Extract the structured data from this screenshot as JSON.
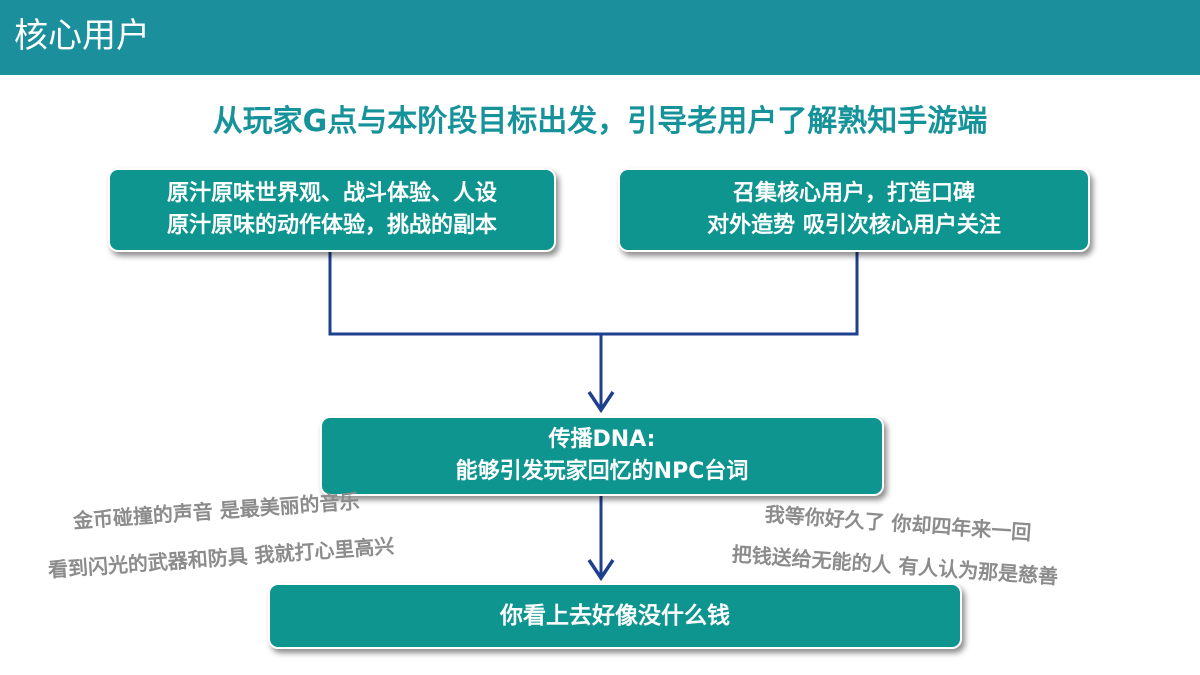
{
  "header": {
    "title": "核心用户"
  },
  "subtitle": "从玩家G点与本阶段目标出发，引导老用户了解熟知手游端",
  "boxes": {
    "left": {
      "line1": "原汁原味世界观、战斗体验、人设",
      "line2": "原汁原味的动作体验，挑战的副本"
    },
    "right": {
      "line1": "召集核心用户，打造口碑",
      "line2": "对外造势 吸引次核心用户关注"
    },
    "middle": {
      "line1": "传播DNA:",
      "line2": "能够引发玩家回忆的NPC台词"
    },
    "bottom": {
      "line1": "你看上去好像没什么钱"
    }
  },
  "quotes": {
    "left1": "金币碰撞的声音  是最美丽的音乐",
    "left2": "看到闪光的武器和防具  我就打心里高兴",
    "right1": "我等你好久了  你却四年来一回",
    "right2": "把钱送给无能的人  有人认为那是慈善"
  },
  "colors": {
    "header": "#1b8f9b",
    "box": "#0f9590",
    "subtitle": "#16939a",
    "connector": "#1f3f8f",
    "quote": "#8c8c8c"
  }
}
